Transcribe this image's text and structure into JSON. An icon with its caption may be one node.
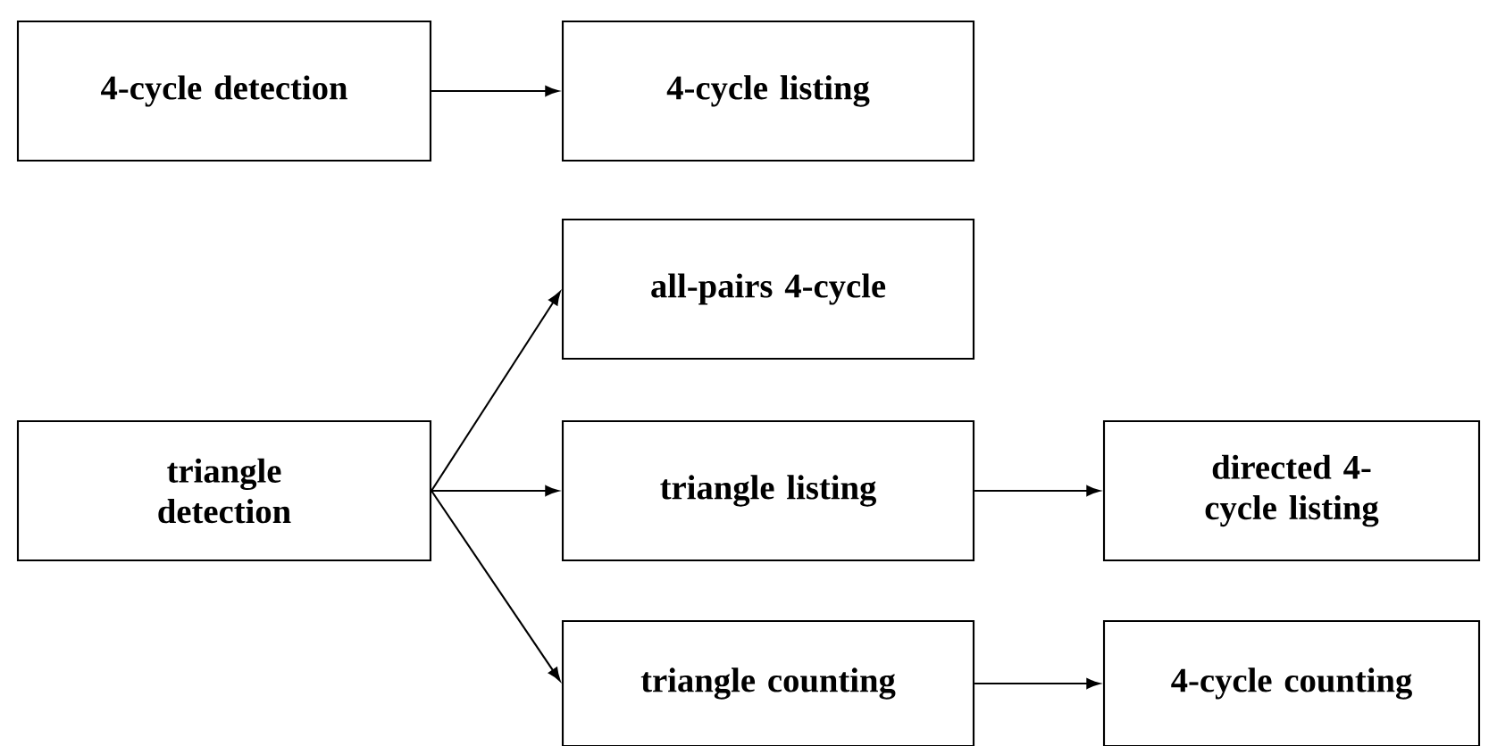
{
  "diagram": {
    "nodes": [
      {
        "text": [
          "4-cycle detection"
        ]
      },
      {
        "text": [
          "4-cycle listing"
        ]
      },
      {
        "text": [
          "all-pairs 4-cycle"
        ]
      },
      {
        "text": [
          "triangle detection"
        ]
      },
      {
        "text": [
          "triangle listing"
        ]
      },
      {
        "text": [
          "directed 4-cycle listing"
        ]
      },
      {
        "text": [
          "triangle counting"
        ]
      },
      {
        "text": [
          "4-cycle counting"
        ]
      }
    ],
    "edges": [
      {
        "from": 0,
        "to": 1,
        "arrow": "to"
      },
      {
        "from": 3,
        "to": 2,
        "arrow": "to"
      },
      {
        "from": 3,
        "to": 4,
        "arrow": "to"
      },
      {
        "from": 3,
        "to": 6,
        "arrow": "to"
      },
      {
        "from": 4,
        "to": 5,
        "arrow": "to"
      },
      {
        "from": 6,
        "to": 7,
        "arrow": "to"
      }
    ]
  }
}
